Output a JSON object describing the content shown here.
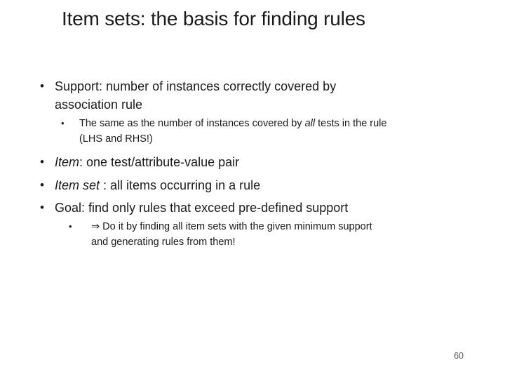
{
  "slide": {
    "title": "Item sets: the basis for finding rules",
    "bullet_char": "•",
    "page_number": "60",
    "bullets": [
      {
        "level": 1,
        "lines": [
          [
            {
              "text": "Support: number of instances correctly covered by",
              "italic": false
            }
          ],
          [
            {
              "text": "association rule",
              "italic": false
            }
          ]
        ]
      },
      {
        "level": 2,
        "lines": [
          [
            {
              "text": "The same as the number of instances covered by ",
              "italic": false
            },
            {
              "text": "all",
              "italic": true
            },
            {
              "text": " tests in the rule",
              "italic": false
            }
          ],
          [
            {
              "text": "(LHS and RHS!)",
              "italic": false
            }
          ]
        ]
      },
      {
        "level": 1,
        "lines": [
          [
            {
              "text": "Item",
              "italic": true
            },
            {
              "text": ": one test/attribute-value pair",
              "italic": false
            }
          ]
        ]
      },
      {
        "level": 1,
        "lines": [
          [
            {
              "text": "Item set ",
              "italic": true
            },
            {
              "text": ": all items occurring in a rule",
              "italic": false
            }
          ]
        ]
      },
      {
        "level": 1,
        "lines": [
          [
            {
              "text": "Goal: find only rules that exceed pre-defined support",
              "italic": false
            }
          ]
        ]
      },
      {
        "level": 2,
        "lines": [
          [
            {
              "text": "⇒ Do it by finding all item sets with the given minimum support",
              "italic": false
            }
          ],
          [
            {
              "text": "and generating rules from them!",
              "italic": false
            }
          ]
        ]
      }
    ]
  },
  "colors": {
    "background": "#ffffff",
    "text": "#1a1a1a",
    "page_number": "#595959"
  }
}
